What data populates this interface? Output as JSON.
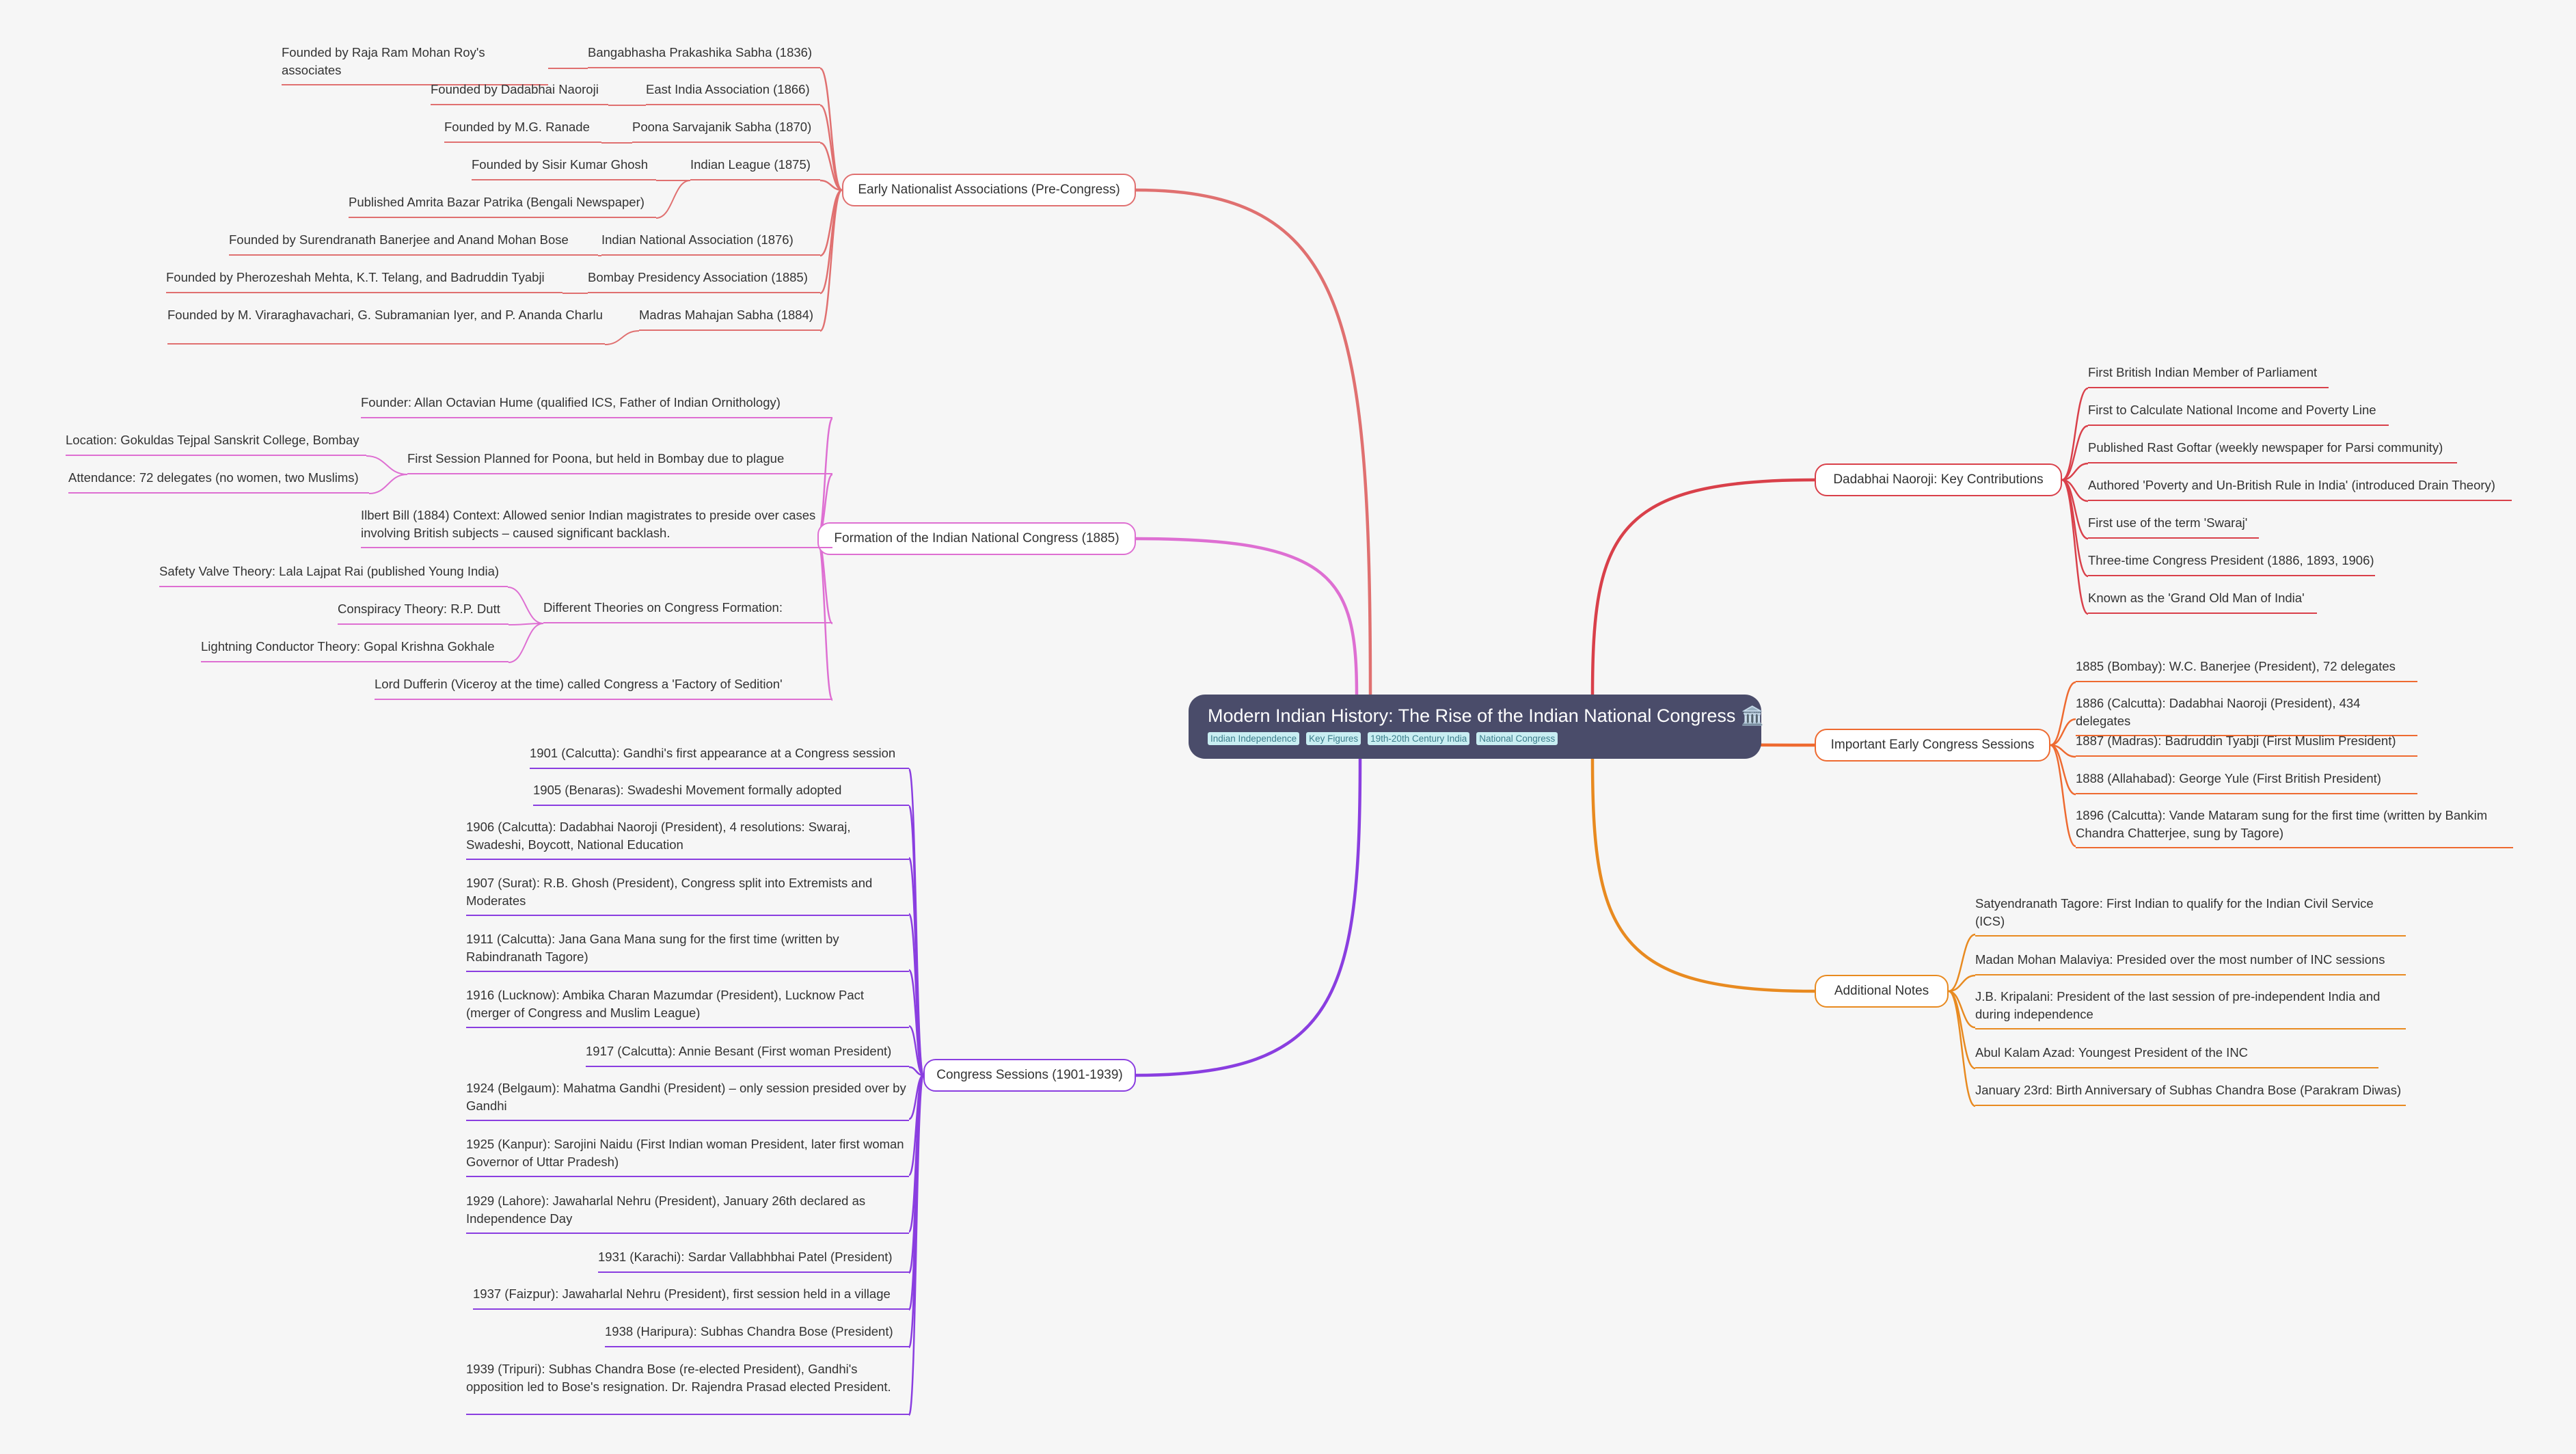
{
  "root": {
    "title": "Modern Indian History: The Rise of the Indian National Congress",
    "icon": "classical-building-icon",
    "tags": [
      "Indian Independence",
      "Key Figures",
      "19th-20th Century India",
      "National Congress"
    ]
  },
  "branches": [
    {
      "id": "b1",
      "label": "Early Nationalist Associations (Pre-Congress)",
      "color": "#e07070",
      "items": [
        {
          "text": "Bangabhasha Prakashika Sabha (1836)",
          "children": [
            "Founded by Raja Ram Mohan Roy's associates"
          ]
        },
        {
          "text": "East India Association (1866)",
          "children": [
            "Founded by Dadabhai Naoroji"
          ]
        },
        {
          "text": "Poona Sarvajanik Sabha (1870)",
          "children": [
            "Founded by M.G. Ranade"
          ]
        },
        {
          "text": "Indian League (1875)",
          "children": [
            "Founded by Sisir Kumar Ghosh",
            "Published Amrita Bazar Patrika (Bengali Newspaper)"
          ]
        },
        {
          "text": "Indian National Association (1876)",
          "children": [
            "Founded by Surendranath Banerjee and Anand Mohan Bose"
          ]
        },
        {
          "text": "Bombay Presidency Association (1885)",
          "children": [
            "Founded by Pherozeshah Mehta, K.T. Telang, and Badruddin Tyabji"
          ]
        },
        {
          "text": "Madras Mahajan Sabha (1884)",
          "children": [
            "Founded by M. Viraraghavachari, G. Subramanian Iyer, and P. Ananda Charlu"
          ]
        }
      ]
    },
    {
      "id": "b2",
      "label": "Formation of the Indian National Congress (1885)",
      "color": "#de6fd2",
      "items": [
        {
          "text": "Founder: Allan Octavian Hume (qualified ICS, Father of Indian Ornithology)",
          "children": []
        },
        {
          "text": "First Session Planned for Poona, but held in Bombay due to plague",
          "children": [
            "Location: Gokuldas Tejpal Sanskrit College, Bombay",
            "Attendance: 72 delegates (no women, two Muslims)"
          ]
        },
        {
          "text": "Ilbert Bill (1884) Context: Allowed senior Indian magistrates to preside over cases involving British subjects – caused significant backlash.",
          "children": []
        },
        {
          "text": "Different Theories on Congress Formation:",
          "children": [
            "Safety Valve Theory: Lala Lajpat Rai (published Young India)",
            "Conspiracy Theory: R.P. Dutt",
            "Lightning Conductor Theory: Gopal Krishna Gokhale"
          ]
        },
        {
          "text": "Lord Dufferin (Viceroy at the time) called Congress a 'Factory of Sedition'",
          "children": []
        }
      ]
    },
    {
      "id": "b3",
      "label": "Congress Sessions (1901-1939)",
      "color": "#8a3ee0",
      "items": [
        {
          "text": "1901 (Calcutta): Gandhi's first appearance at a Congress session",
          "children": []
        },
        {
          "text": "1905 (Benaras): Swadeshi Movement formally adopted",
          "children": []
        },
        {
          "text": "1906 (Calcutta): Dadabhai Naoroji (President), 4 resolutions: Swaraj, Swadeshi, Boycott, National Education",
          "children": []
        },
        {
          "text": "1907 (Surat): R.B. Ghosh (President), Congress split into Extremists and Moderates",
          "children": []
        },
        {
          "text": "1911 (Calcutta): Jana Gana Mana sung for the first time (written by Rabindranath Tagore)",
          "children": []
        },
        {
          "text": "1916 (Lucknow): Ambika Charan Mazumdar (President), Lucknow Pact (merger of Congress and Muslim League)",
          "children": []
        },
        {
          "text": "1917 (Calcutta): Annie Besant (First woman President)",
          "children": []
        },
        {
          "text": "1924 (Belgaum): Mahatma Gandhi (President) – only session presided over by Gandhi",
          "children": []
        },
        {
          "text": "1925 (Kanpur): Sarojini Naidu (First Indian woman President, later first woman Governor of Uttar Pradesh)",
          "children": []
        },
        {
          "text": "1929 (Lahore): Jawaharlal Nehru (President), January 26th declared as Independence Day",
          "children": []
        },
        {
          "text": "1931 (Karachi): Sardar Vallabhbhai Patel (President)",
          "children": []
        },
        {
          "text": "1937 (Faizpur): Jawaharlal Nehru (President), first session held in a village",
          "children": []
        },
        {
          "text": "1938 (Haripura): Subhas Chandra Bose (President)",
          "children": []
        },
        {
          "text": "1939 (Tripuri): Subhas Chandra Bose (re-elected President), Gandhi's opposition led to Bose's resignation. Dr. Rajendra Prasad elected President.",
          "children": []
        }
      ]
    },
    {
      "id": "b4",
      "label": "Dadabhai Naoroji: Key Contributions",
      "color": "#d9404a",
      "items": [
        {
          "text": "First British Indian Member of Parliament",
          "children": []
        },
        {
          "text": "First to Calculate National Income and Poverty Line",
          "children": []
        },
        {
          "text": "Published Rast Goftar (weekly newspaper for Parsi community)",
          "children": []
        },
        {
          "text": "Authored 'Poverty and Un-British Rule in India' (introduced Drain Theory)",
          "children": []
        },
        {
          "text": "First use of the term 'Swaraj'",
          "children": []
        },
        {
          "text": "Three-time Congress President (1886, 1893, 1906)",
          "children": []
        },
        {
          "text": "Known as the 'Grand Old Man of India'",
          "children": []
        }
      ]
    },
    {
      "id": "b5",
      "label": "Important Early Congress Sessions",
      "color": "#ee6a30",
      "items": [
        {
          "text": "1885 (Bombay): W.C. Banerjee (President), 72 delegates",
          "children": []
        },
        {
          "text": "1886 (Calcutta): Dadabhai Naoroji (President), 434 delegates",
          "children": []
        },
        {
          "text": "1887 (Madras): Badruddin Tyabji (First Muslim President)",
          "children": []
        },
        {
          "text": "1888 (Allahabad): George Yule (First British President)",
          "children": []
        },
        {
          "text": "1896 (Calcutta): Vande Mataram sung for the first time (written by Bankim Chandra Chatterjee, sung by Tagore)",
          "children": []
        }
      ]
    },
    {
      "id": "b6",
      "label": "Additional Notes",
      "color": "#e88a20",
      "items": [
        {
          "text": "Satyendranath Tagore: First Indian to qualify for the Indian Civil Service (ICS)",
          "children": []
        },
        {
          "text": "Madan Mohan Malaviya: Presided over the most number of INC sessions",
          "children": []
        },
        {
          "text": "J.B. Kripalani: President of the last session of pre-independent India and during independence",
          "children": []
        },
        {
          "text": "Abul Kalam Azad: Youngest President of the INC",
          "children": []
        },
        {
          "text": "January 23rd: Birth Anniversary of Subhas Chandra Bose (Parakram Diwas)",
          "children": []
        }
      ]
    }
  ]
}
